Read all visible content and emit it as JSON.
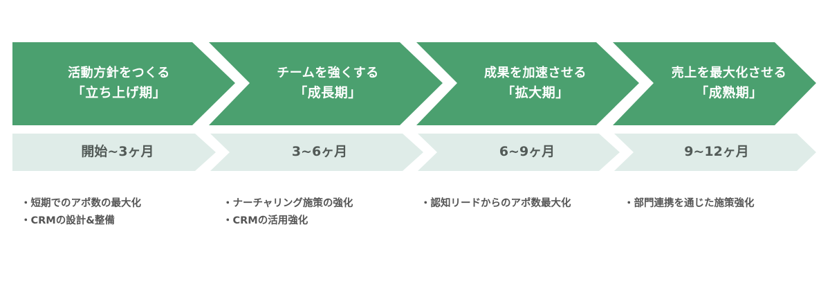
{
  "colors": {
    "phase_green": "#4ba06f",
    "period_mint": "#dfece8",
    "title_text": "#ffffff",
    "period_text": "#525a57",
    "bullet_text": "#555555",
    "background": "#ffffff"
  },
  "phases": [
    {
      "title_line1": "活動方針をつくる",
      "title_line2": "「立ち上げ期」",
      "period": "開始~3ヶ月",
      "bullets": [
        "・短期でのアポ数の最大化",
        "・CRMの設計&整備"
      ]
    },
    {
      "title_line1": "チームを強くする",
      "title_line2": "「成長期」",
      "period": "3~6ヶ月",
      "bullets": [
        "・ナーチャリング施策の強化",
        "・CRMの活用強化"
      ]
    },
    {
      "title_line1": "成果を加速させる",
      "title_line2": "「拡大期」",
      "period": "6~9ヶ月",
      "bullets": [
        "・認知リードからのアポ数最大化"
      ]
    },
    {
      "title_line1": "売上を最大化させる",
      "title_line2": "「成熟期」",
      "period": "9~12ヶ月",
      "bullets": [
        "・部門連携を通じた施策強化"
      ]
    }
  ]
}
